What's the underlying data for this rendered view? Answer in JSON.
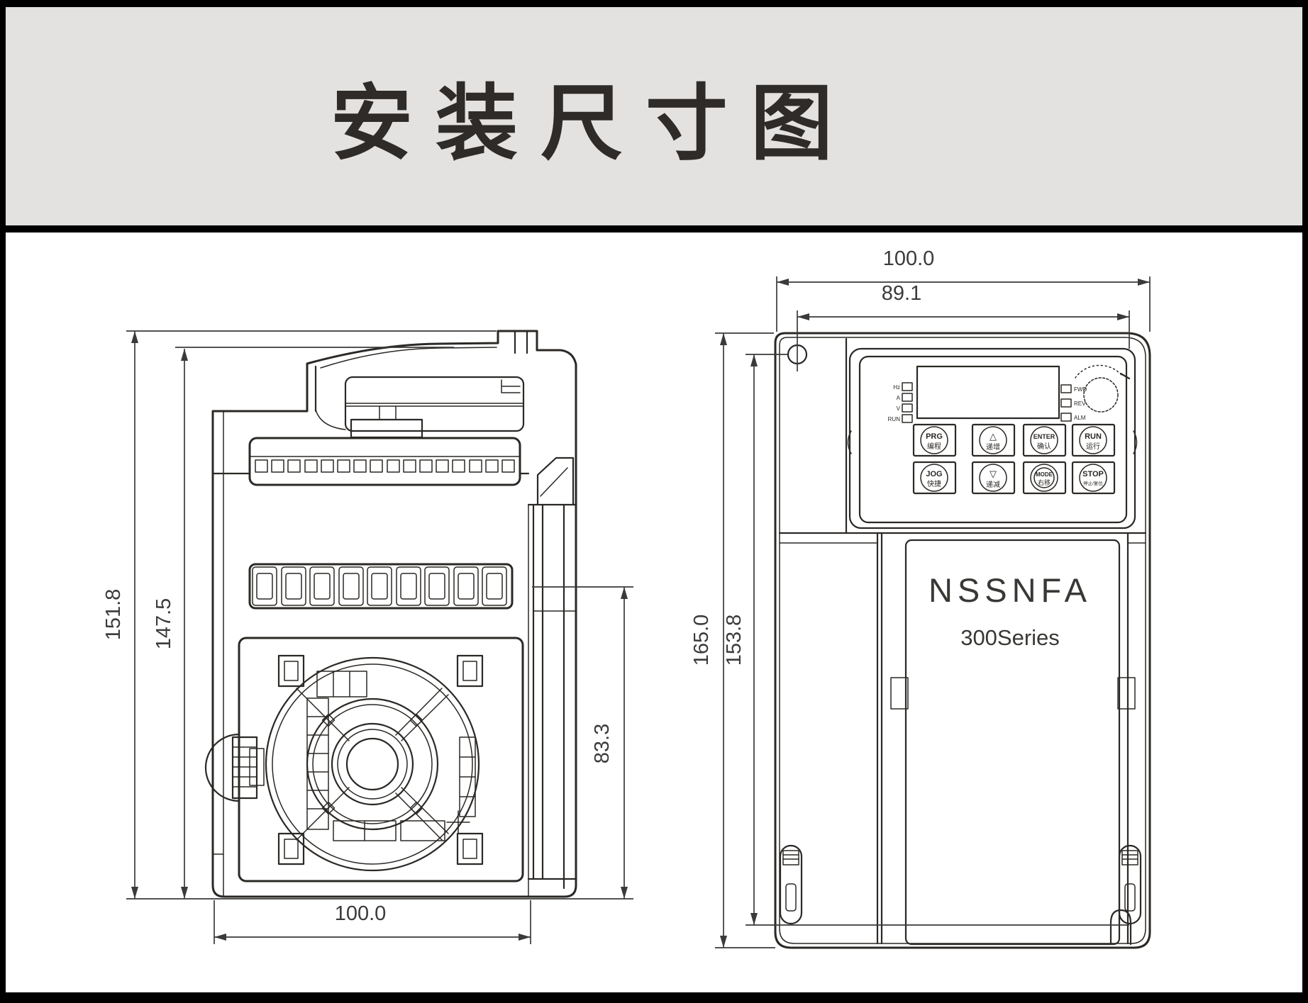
{
  "title": "安装尺寸图",
  "views": {
    "side": {
      "dim_total_height": "151.8",
      "dim_mount_height": "147.5",
      "dim_lower_height": "83.3",
      "dim_depth": "100.0"
    },
    "front": {
      "dim_width": "100.0",
      "dim_mount_width": "89.1",
      "dim_height": "165.0",
      "dim_mount_height": "153.8",
      "brand": "NSSNFA",
      "series": "300Series",
      "keypad": {
        "leds_left": [
          "Hz",
          "A",
          "V",
          "RUN"
        ],
        "leds_right": [
          "FWD",
          "REV",
          "ALM"
        ],
        "buttons": [
          {
            "top": "PRG",
            "bottom": "编程"
          },
          {
            "top": "△",
            "bottom": "递增"
          },
          {
            "top": "ENTER",
            "bottom": "确认"
          },
          {
            "top": "RUN",
            "bottom": "运行"
          },
          {
            "top": "JOG",
            "bottom": "快捷"
          },
          {
            "top": "▽",
            "bottom": "递减"
          },
          {
            "top": "MODE",
            "bottom": "右移"
          },
          {
            "top": "STOP",
            "bottom": "停止/复位"
          }
        ]
      }
    }
  }
}
